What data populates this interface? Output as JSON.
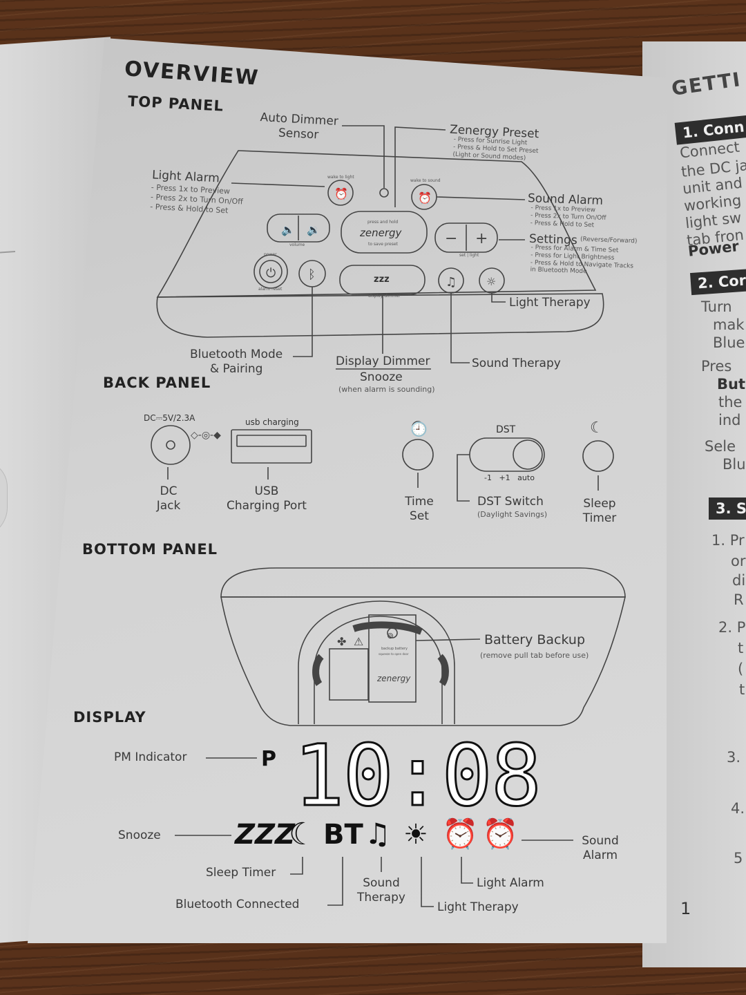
{
  "title": "OVERVIEW",
  "sections": {
    "top": "TOP PANEL",
    "back": "BACK PANEL",
    "bottom": "BOTTOM PANEL",
    "display": "DISPLAY"
  },
  "top_panel": {
    "auto_dimmer": "Auto Dimmer\nSensor",
    "zenergy_preset": "Zenergy Preset",
    "zenergy_preset_notes": "- Press for Sunrise Light\n- Press & Hold to Set Preset\n(Light or Sound modes)",
    "light_alarm": "Light Alarm",
    "light_alarm_notes": "- Press 1x to Preview\n- Press 2x to Turn On/Off\n- Press & Hold to Set",
    "sound_alarm": "Sound Alarm",
    "sound_alarm_notes": "- Press 1x to Preview\n- Press 2x to Turn On/Off\n- Press & Hold to Set",
    "settings": "Settings",
    "settings_direction": "(Reverse/Forward)",
    "settings_notes": "- Press for Alarm & Time Set\n- Press for Light Brightness\n- Press & Hold to Navigate Tracks\n  in Bluetooth Mode",
    "light_therapy": "Light Therapy",
    "bluetooth": "Bluetooth Mode\n& Pairing",
    "display_dimmer": "Display Dimmer",
    "snooze": "Snooze",
    "snooze_note": "(when alarm is sounding)",
    "sound_therapy": "Sound Therapy",
    "device": {
      "wake_label": "wake to light",
      "wake_sound_label": "wake to sound",
      "volume": "volume",
      "press_hold": "press and hold",
      "brand": "zenergy",
      "save_preset": "to save preset",
      "set_light": "set | light",
      "power": "power",
      "alarm_reset": "alarm reset",
      "zzz": "zzz",
      "display_dimmer_small": "display dimmer"
    }
  },
  "back_panel": {
    "dc_spec": "DC⎓5V/2.3A",
    "usb_label": "usb charging",
    "dc_jack": "DC\nJack",
    "usb_port": "USB\nCharging Port",
    "time_set": "Time\nSet",
    "dst": "DST",
    "dst_options": "-1   +1   auto",
    "dst_switch": "DST Switch",
    "dst_note": "(Daylight Savings)",
    "sleep_timer": "Sleep\nTimer"
  },
  "bottom_panel": {
    "battery_backup": "Battery Backup",
    "battery_note": "(remove pull tab before use)",
    "battery_small": "backup battery",
    "battery_small2": "squeeze to open door",
    "brand": "zenergy"
  },
  "display": {
    "pm_indicator": "PM Indicator",
    "p": "P",
    "time": "10:08",
    "snooze": "Snooze",
    "zzz": "ZZZ",
    "bt": "BT",
    "sound_alarm": "Sound\nAlarm",
    "sleep_timer": "Sleep Timer",
    "sound_therapy": "Sound\nTherapy",
    "light_alarm": "Light Alarm",
    "bluetooth_connected": "Bluetooth Connected",
    "light_therapy": "Light Therapy"
  },
  "page_number": "1",
  "right_page": {
    "title": "GETTI",
    "s1": "1. Conn",
    "lines1": [
      "Connect",
      "the DC ja",
      "unit and",
      "working",
      "light sw",
      "tab fron"
    ],
    "power": "Power",
    "s2": "2. Cor",
    "lines2": [
      "Turn",
      "mak",
      "Blue",
      "Pres",
      "But",
      "the",
      "ind",
      "Sele",
      "Blu"
    ],
    "s3": "3. S",
    "lines3": [
      "1. Pr",
      "or",
      "di",
      "R",
      "2. P",
      "t",
      "(",
      "t",
      "3.",
      "4.",
      "5"
    ]
  }
}
